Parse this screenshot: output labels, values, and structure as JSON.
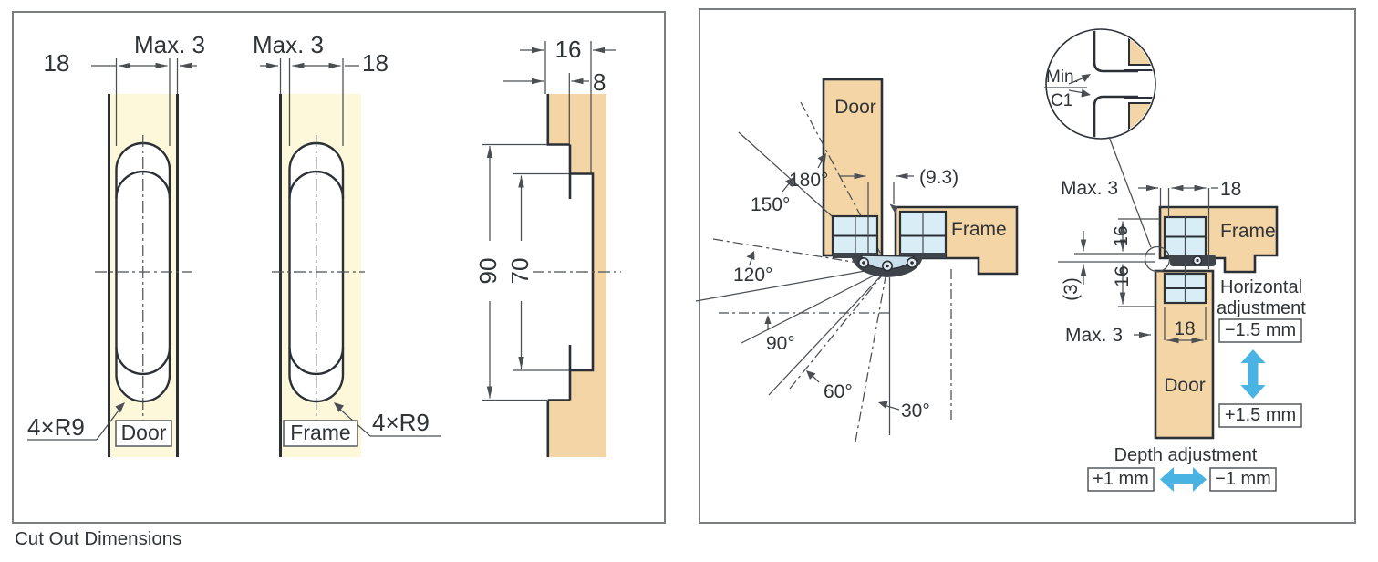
{
  "colors": {
    "tan": "#f4d6a6",
    "yellow": "#fcf8d9",
    "bluebox": "#d9edf6",
    "bluearrow": "#49b4e4",
    "ink": "#2b3036",
    "thin": "#4b4f54",
    "text": "#303437",
    "mech": "#c9dfeb",
    "panel": "#7a7e81"
  },
  "caption": "Cut Out Dimensions",
  "left_panel": {
    "door_view": {
      "width_label": "18",
      "gap_label": "Max. 3",
      "corner_label": "4×R9",
      "part_label": "Door"
    },
    "frame_view": {
      "width_label": "18",
      "gap_label": "Max. 3",
      "corner_label": "4×R9",
      "part_label": "Frame"
    },
    "side_view": {
      "depth_total": "16",
      "depth_outer": "8",
      "length_outer": "90",
      "length_inner": "70"
    }
  },
  "right_panel": {
    "angle_figure": {
      "door_label": "Door",
      "frame_label": "Frame",
      "pivot_offset": "(9.3)",
      "angles": [
        "180°",
        "150°",
        "120°",
        "90°",
        "60°",
        "30°"
      ]
    },
    "detail": {
      "min_label": "Min.",
      "chamfer_label": "C1"
    },
    "section_figure": {
      "gap_top": "Max. 3",
      "width_top": "18",
      "plate_top": "16",
      "plate_bottom": "16",
      "clearance": "(3)",
      "gap_bottom": "Max. 3",
      "width_bottom": "18",
      "door_label": "Door",
      "frame_label": "Frame"
    },
    "horizontal_adjustment": {
      "line1": "Horizontal",
      "line2": "adjustment",
      "down_value": "−1.5 mm",
      "up_value": "+1.5 mm"
    },
    "depth_adjustment": {
      "title": "Depth adjustment",
      "left_value": "+1 mm",
      "right_value": "−1 mm"
    }
  }
}
